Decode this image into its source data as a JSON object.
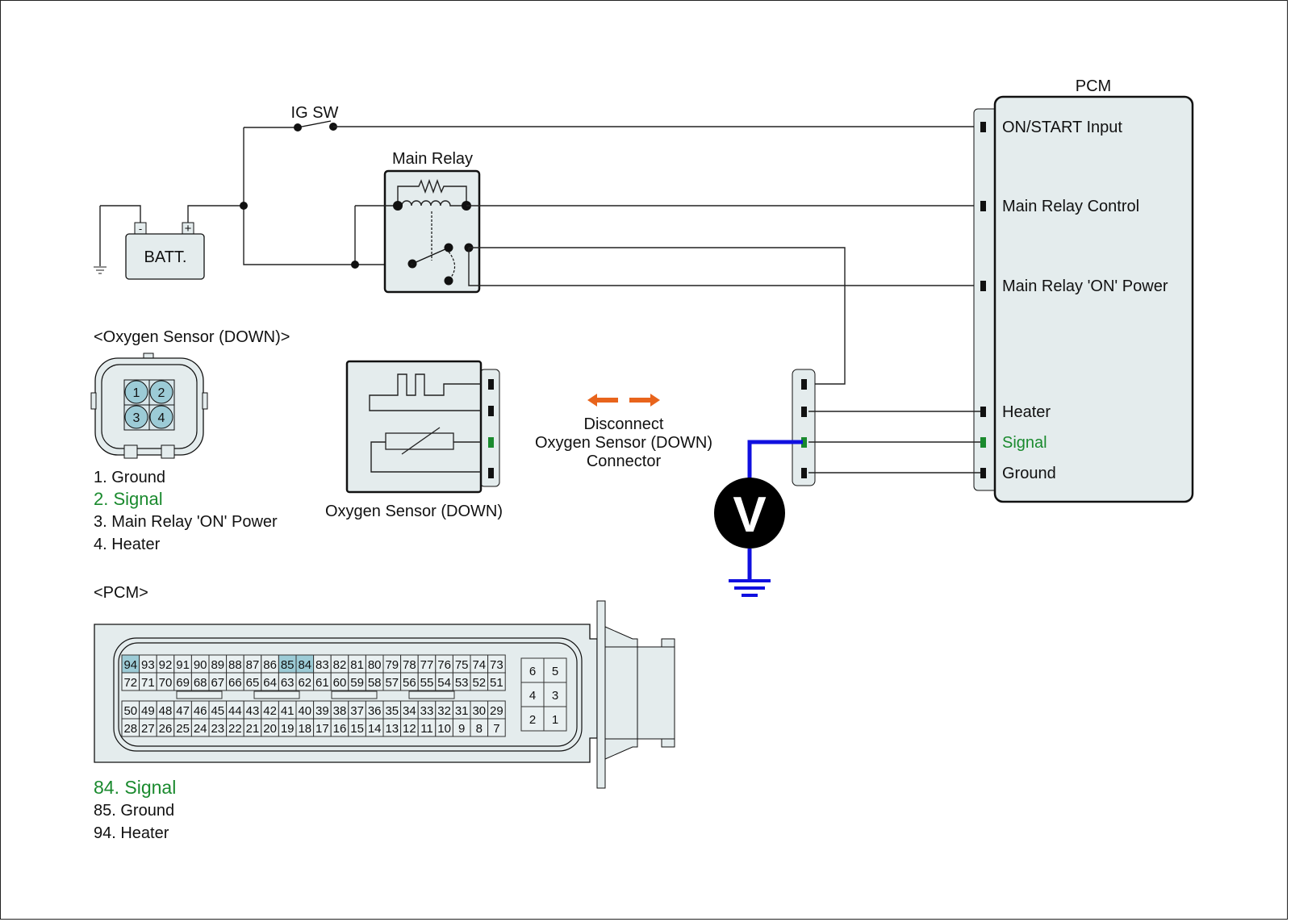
{
  "labels": {
    "ig_sw": "IG SW",
    "main_relay": "Main Relay",
    "battery": "BATT.",
    "battery_neg": "-",
    "battery_pos": "+",
    "pcm_title": "PCM",
    "sensor_connector_title": "<Oxygen Sensor (DOWN)>",
    "sensor_component": "Oxygen Sensor (DOWN)",
    "pcm_connector_title": "<PCM>",
    "voltmeter": "V",
    "instruction": [
      "Disconnect",
      "Oxygen Sensor (DOWN)",
      "Connector"
    ]
  },
  "pcm_terminals": [
    {
      "label": "ON/START Input",
      "color": "#111111"
    },
    {
      "label": "Main Relay Control",
      "color": "#111111"
    },
    {
      "label": "Main Relay 'ON' Power",
      "color": "#111111"
    },
    {
      "label": "Heater",
      "color": "#111111"
    },
    {
      "label": "Signal",
      "color": "#1a8a2e"
    },
    {
      "label": "Ground",
      "color": "#111111"
    }
  ],
  "sensor_pins": [
    "1",
    "2",
    "3",
    "4"
  ],
  "sensor_pin_legend": [
    {
      "text": "1. Ground",
      "highlight": false
    },
    {
      "text": "2. Signal",
      "highlight": true
    },
    {
      "text": "3. Main Relay 'ON' Power",
      "highlight": false
    },
    {
      "text": "4. Heater",
      "highlight": false
    }
  ],
  "pcm_pin_rows": [
    [
      "94",
      "93",
      "92",
      "91",
      "90",
      "89",
      "88",
      "87",
      "86",
      "85",
      "84",
      "83",
      "82",
      "81",
      "80",
      "79",
      "78",
      "77",
      "76",
      "75",
      "74",
      "73"
    ],
    [
      "72",
      "71",
      "70",
      "69",
      "68",
      "67",
      "66",
      "65",
      "64",
      "63",
      "62",
      "61",
      "60",
      "59",
      "58",
      "57",
      "56",
      "55",
      "54",
      "53",
      "52",
      "51"
    ],
    [
      "50",
      "49",
      "48",
      "47",
      "46",
      "45",
      "44",
      "43",
      "42",
      "41",
      "40",
      "39",
      "38",
      "37",
      "36",
      "35",
      "34",
      "33",
      "32",
      "31",
      "30",
      "29"
    ],
    [
      "28",
      "27",
      "26",
      "25",
      "24",
      "23",
      "22",
      "21",
      "20",
      "19",
      "18",
      "17",
      "16",
      "15",
      "14",
      "13",
      "12",
      "11",
      "10",
      "9",
      "8",
      "7"
    ]
  ],
  "pcm_highlighted_pins": [
    "94",
    "85",
    "84"
  ],
  "pcm_small_block": [
    [
      "6",
      "5"
    ],
    [
      "4",
      "3"
    ],
    [
      "2",
      "1"
    ]
  ],
  "pcm_pin_legend": [
    {
      "text": "84. Signal",
      "highlight": true
    },
    {
      "text": "85. Ground",
      "highlight": false
    },
    {
      "text": "94. Heater",
      "highlight": false
    }
  ],
  "colors": {
    "signal_green": "#1a8a2e",
    "probe_blue": "#1010e0",
    "arrow_orange": "#e8641c",
    "pin_highlight": "#9ccbd6",
    "component_fill": "#e4eced"
  }
}
